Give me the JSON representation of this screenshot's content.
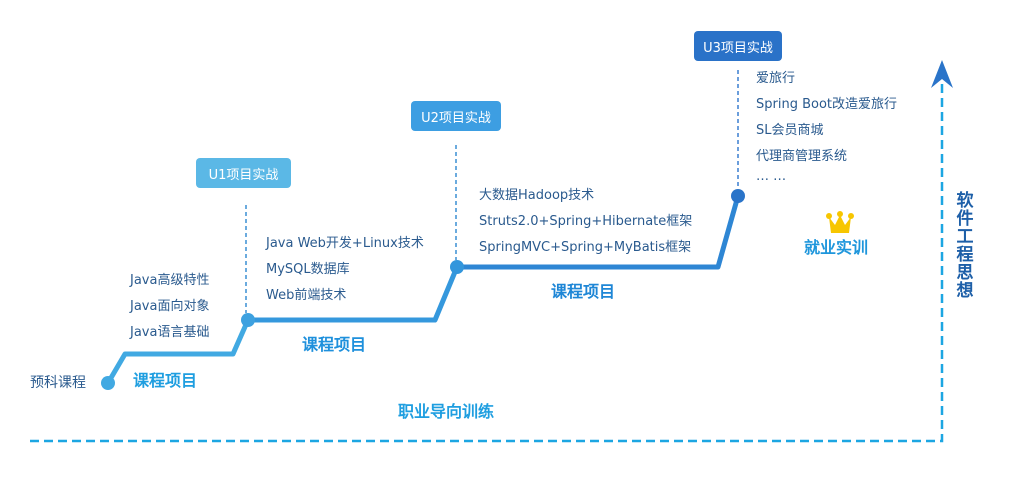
{
  "colors": {
    "light_blue": "#41a9e2",
    "mid_blue": "#2b8fda",
    "dark_blue": "#2a74c9",
    "box_u1": "#5bb8e6",
    "box_u2": "#3d9ee2",
    "box_u3": "#2a72c8",
    "dashed": "#1ca6e2",
    "crown": "#f7c600",
    "text": "#2a5a8e"
  },
  "start": {
    "label": "预科课程"
  },
  "stages": [
    {
      "id": "stage1",
      "label": "课程项目",
      "topics": [
        "Java高级特性",
        "Java面向对象",
        "Java语言基础"
      ]
    },
    {
      "id": "stage2",
      "label": "课程项目",
      "milestone": "U1项目实战",
      "topics": [
        "Java Web开发+Linux技术",
        "MySQL数据库",
        "Web前端技术"
      ]
    },
    {
      "id": "stage3",
      "label": "课程项目",
      "milestone": "U2项目实战",
      "topics": [
        "大数据Hadoop技术",
        "Struts2.0+Spring+Hibernate框架",
        "SpringMVC+Spring+MyBatis框架"
      ]
    },
    {
      "id": "stage4",
      "label": "就业实训",
      "milestone": "U3项目实战",
      "topics": [
        "爱旅行",
        "Spring Boot改造爱旅行",
        "SL会员商城",
        "代理商管理系统",
        "… …"
      ],
      "icon": "crown-icon"
    }
  ],
  "axes": {
    "horizontal_label": "职业导向训练",
    "vertical_label": [
      "软",
      "件",
      "工",
      "程",
      "思",
      "想"
    ],
    "vertical_arrow_icon": "arrow-up-icon"
  }
}
